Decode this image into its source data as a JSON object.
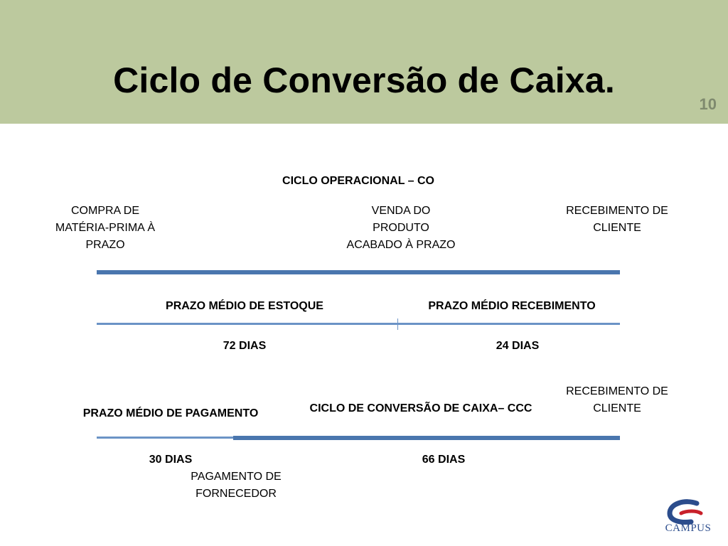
{
  "header": {
    "title": "Ciclo de Conversão de Caixa.",
    "page_number": "10"
  },
  "diagram": {
    "ciclo_operacional": "CICLO OPERACIONAL – CO",
    "compra": "COMPRA DE\nMATÉRIA-PRIMA À\nPRAZO",
    "venda": "VENDA DO\nPRODUTO\nACABADO À PRAZO",
    "recebimento_top": "RECEBIMENTO DE\nCLIENTE",
    "prazo_estoque": "PRAZO MÉDIO DE ESTOQUE",
    "prazo_recebimento": "PRAZO MÉDIO RECEBIMENTO",
    "dias_estoque": "72 DIAS",
    "dias_recebimento": "24 DIAS",
    "recebimento_bottom": "RECEBIMENTO DE\nCLIENTE",
    "prazo_pagamento": "PRAZO MÉDIO DE PAGAMENTO",
    "ciclo_conversao": "CICLO DE CONVERSÃO DE CAIXA– CCC",
    "dias_pagamento": "30 DIAS",
    "dias_ccc": "66 DIAS",
    "pagamento": "PAGAMENTO DE\nFORNECEDOR"
  },
  "logo": {
    "text": "CAMPUS",
    "color": "#2b4c8c",
    "accent": "#c8202a"
  },
  "colors": {
    "header_bg": "#bcc99e",
    "line_blue": "#4f7cb3"
  }
}
